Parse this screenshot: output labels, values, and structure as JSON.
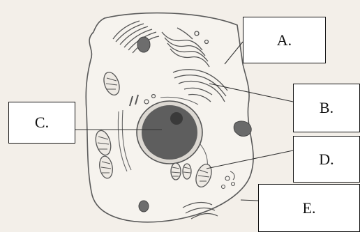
{
  "labels": {
    "a": "A.",
    "b": "B.",
    "c": "C.",
    "d": "D.",
    "e": "E."
  },
  "colors": {
    "background": "#f3efe9",
    "outline": "#5a5a5a",
    "nucleus": "#5e5e5e",
    "nucleolus": "#3a3a3a"
  }
}
